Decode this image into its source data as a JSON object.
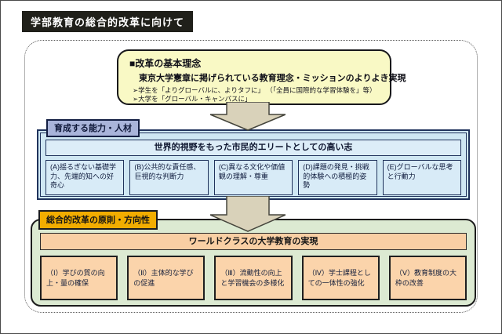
{
  "page_title": "学部教育の総合的改革に向けて",
  "principles_box": {
    "heading": "■改革の基本理念",
    "subheading": "東京大学憲章に掲げられている教育理念・ミッションのよりよき実現",
    "bullets": [
      "➢学生を「よりグローバルに、よりタフに」 （「全員に国際的な学習体験を」等）",
      "➢大学を「グローバル・キャンパスに」"
    ]
  },
  "abilities_section": {
    "label": "育成する能力・人材",
    "banner": "世界的視野をもった市民的エリートとしての高い志",
    "items": [
      "(A)揺るぎない基礎学力、先端的知への好奇心",
      "(B)公共的な責任感、巨視的な判断力",
      "(C)異なる文化や価値観の理解・尊重",
      "(D)課題の発見・挑戦的体験への積極的姿勢",
      "(E)グローバルな思考と行動力"
    ]
  },
  "reform_section": {
    "label": "総合的改革の原則・方向性",
    "banner": "ワールドクラスの大学教育の実現",
    "items": [
      "（Ⅰ）学びの質の向上・量の確保",
      "（Ⅱ）主体的な学びの促進",
      "（Ⅲ）流動性の向上と学習機会の多様化",
      "（Ⅳ）学士課程としての一体性の強化",
      "（Ⅴ）教育制度の大枠の改善"
    ]
  },
  "colors": {
    "title_bg": "#20201a",
    "yellow_box_bg": "#f9f9c5",
    "arrow_fill": "#d9d2ba",
    "blue_panel_bg": "#cfe7f3",
    "blue_item_bg": "#d8ebf7",
    "blue_label_bg": "#a9b4da",
    "green_panel_bg": "#dcead2",
    "green_label_bg": "#f2ad00",
    "orange_banner_bg": "#f9cfa4",
    "orange_item_bg": "#fbd4ab"
  }
}
